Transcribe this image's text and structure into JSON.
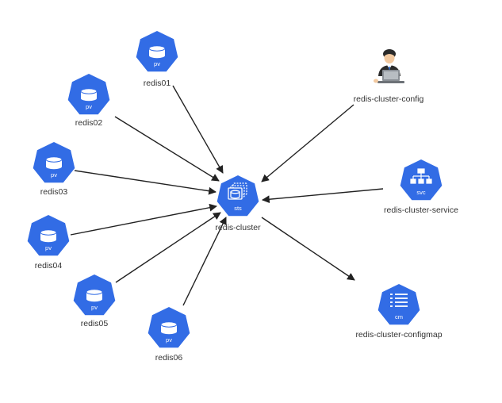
{
  "colors": {
    "k8s_blue": "#326ce5",
    "edge": "#222222",
    "label": "#333333"
  },
  "nodes": {
    "redis01": {
      "label": "redis01",
      "badge": "pv",
      "icon": "persistent-volume-icon"
    },
    "redis02": {
      "label": "redis02",
      "badge": "pv",
      "icon": "persistent-volume-icon"
    },
    "redis03": {
      "label": "redis03",
      "badge": "pv",
      "icon": "persistent-volume-icon"
    },
    "redis04": {
      "label": "redis04",
      "badge": "pv",
      "icon": "persistent-volume-icon"
    },
    "redis05": {
      "label": "redis05",
      "badge": "pv",
      "icon": "persistent-volume-icon"
    },
    "redis06": {
      "label": "redis06",
      "badge": "pv",
      "icon": "persistent-volume-icon"
    },
    "cluster": {
      "label": "redis-cluster",
      "badge": "sts",
      "icon": "statefulset-icon"
    },
    "config": {
      "label": "redis-cluster-config",
      "icon": "user-at-laptop-icon"
    },
    "service": {
      "label": "redis-cluster-service",
      "badge": "svc",
      "icon": "service-icon"
    },
    "configmap": {
      "label": "redis-cluster-configmap",
      "badge": "cm",
      "icon": "configmap-icon"
    }
  },
  "edges": [
    {
      "from": "redis01",
      "to": "redis-cluster"
    },
    {
      "from": "redis02",
      "to": "redis-cluster"
    },
    {
      "from": "redis03",
      "to": "redis-cluster"
    },
    {
      "from": "redis04",
      "to": "redis-cluster"
    },
    {
      "from": "redis05",
      "to": "redis-cluster"
    },
    {
      "from": "redis06",
      "to": "redis-cluster"
    },
    {
      "from": "redis-cluster-config",
      "to": "redis-cluster"
    },
    {
      "from": "redis-cluster-service",
      "to": "redis-cluster"
    },
    {
      "from": "redis-cluster",
      "to": "redis-cluster-configmap"
    }
  ]
}
